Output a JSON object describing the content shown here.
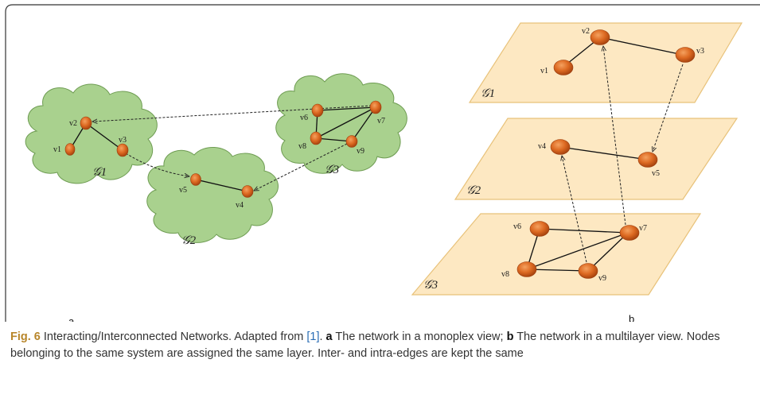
{
  "panel_a": {
    "label": "a",
    "graphs": [
      {
        "name": "𝒢1"
      },
      {
        "name": "𝒢2"
      },
      {
        "name": "𝒢3"
      }
    ],
    "nodes": [
      "v1",
      "v2",
      "v3",
      "v4",
      "v5",
      "v6",
      "v7",
      "v8",
      "v9"
    ]
  },
  "panel_b": {
    "label": "b",
    "layers": [
      {
        "name": "𝒢1"
      },
      {
        "name": "𝒢2"
      },
      {
        "name": "𝒢3"
      }
    ],
    "nodes": [
      "v1",
      "v2",
      "v3",
      "v4",
      "v5",
      "v6",
      "v7",
      "v8",
      "v9"
    ]
  },
  "edges": {
    "intra": [
      [
        "v1",
        "v2"
      ],
      [
        "v2",
        "v3"
      ],
      [
        "v4",
        "v5"
      ],
      [
        "v6",
        "v7"
      ],
      [
        "v6",
        "v8"
      ],
      [
        "v7",
        "v8"
      ],
      [
        "v7",
        "v9"
      ],
      [
        "v8",
        "v9"
      ]
    ],
    "inter": [
      [
        "v7",
        "v2"
      ],
      [
        "v3",
        "v5"
      ],
      [
        "v9",
        "v4"
      ]
    ]
  },
  "caption": {
    "fig_label": "Fig. 6",
    "text_1": " Interacting/Interconnected Networks. Adapted from ",
    "ref": "[1]",
    "text_2": ". ",
    "part_a_label": "a",
    "text_3": " The network in a monoplex view; ",
    "part_b_label": "b",
    "text_4": " The network in a multilayer view. Nodes belonging to the same system are assigned the same layer. Inter- and intra-edges are kept the same"
  },
  "colors": {
    "cloud_fill": "#a9d18e",
    "cloud_stroke": "#6e9c52",
    "node_fill": "#d9621f",
    "layer_fill": "#fde8c2",
    "layer_stroke": "#e8c27a"
  }
}
